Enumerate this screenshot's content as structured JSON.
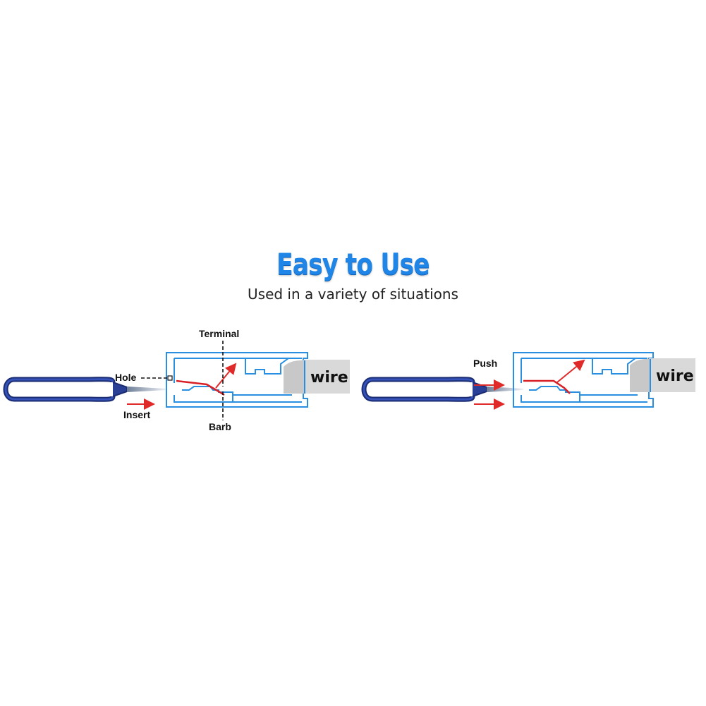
{
  "header": {
    "title": "Easy to Use",
    "subtitle": "Used in a variety of situations"
  },
  "left_diagram": {
    "labels": {
      "terminal": "Terminal",
      "hole": "Hole",
      "insert": "Insert",
      "barb": "Barb",
      "wire": "wire"
    }
  },
  "right_diagram": {
    "labels": {
      "push": "Push",
      "wire": "wire"
    }
  },
  "colors": {
    "title": "#1f86e8",
    "outline": "#2a8fe0",
    "tool": "#243a8c",
    "arrow": "#e02a2a",
    "wire_fill": "#d9d9d9"
  }
}
